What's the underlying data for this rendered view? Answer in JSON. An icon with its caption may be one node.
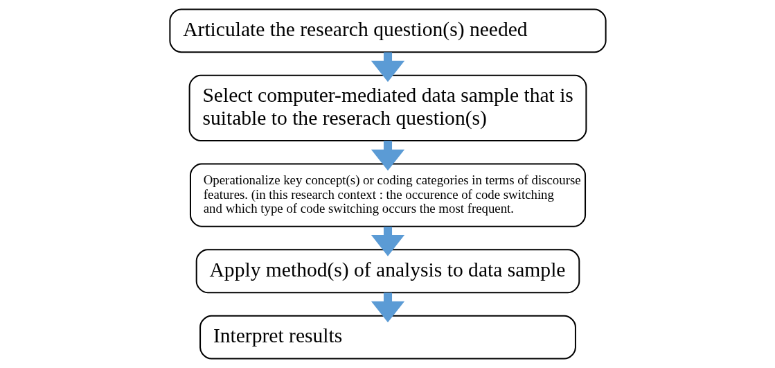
{
  "diagram": {
    "nodes": [
      {
        "text": [
          "Articulate the research question(s) needed"
        ]
      },
      {
        "text": [
          "Select computer-mediated data sample that is suitable to the reserach question(s)"
        ]
      },
      {
        "text": [
          "Operationalize key concept(s) or coding categories in terms of discourse features. (in this research context : the occurence of code switching and which type of code switching occurs the most frequent."
        ]
      },
      {
        "text": [
          "Apply method(s) of analysis to data sample"
        ]
      },
      {
        "text": [
          "Interpret results"
        ]
      }
    ],
    "edges": [
      {
        "from": 0,
        "to": 1,
        "arrow": "to"
      },
      {
        "from": 1,
        "to": 2,
        "arrow": "to"
      },
      {
        "from": 2,
        "to": 3,
        "arrow": "to"
      },
      {
        "from": 3,
        "to": 4,
        "arrow": "to"
      }
    ]
  }
}
